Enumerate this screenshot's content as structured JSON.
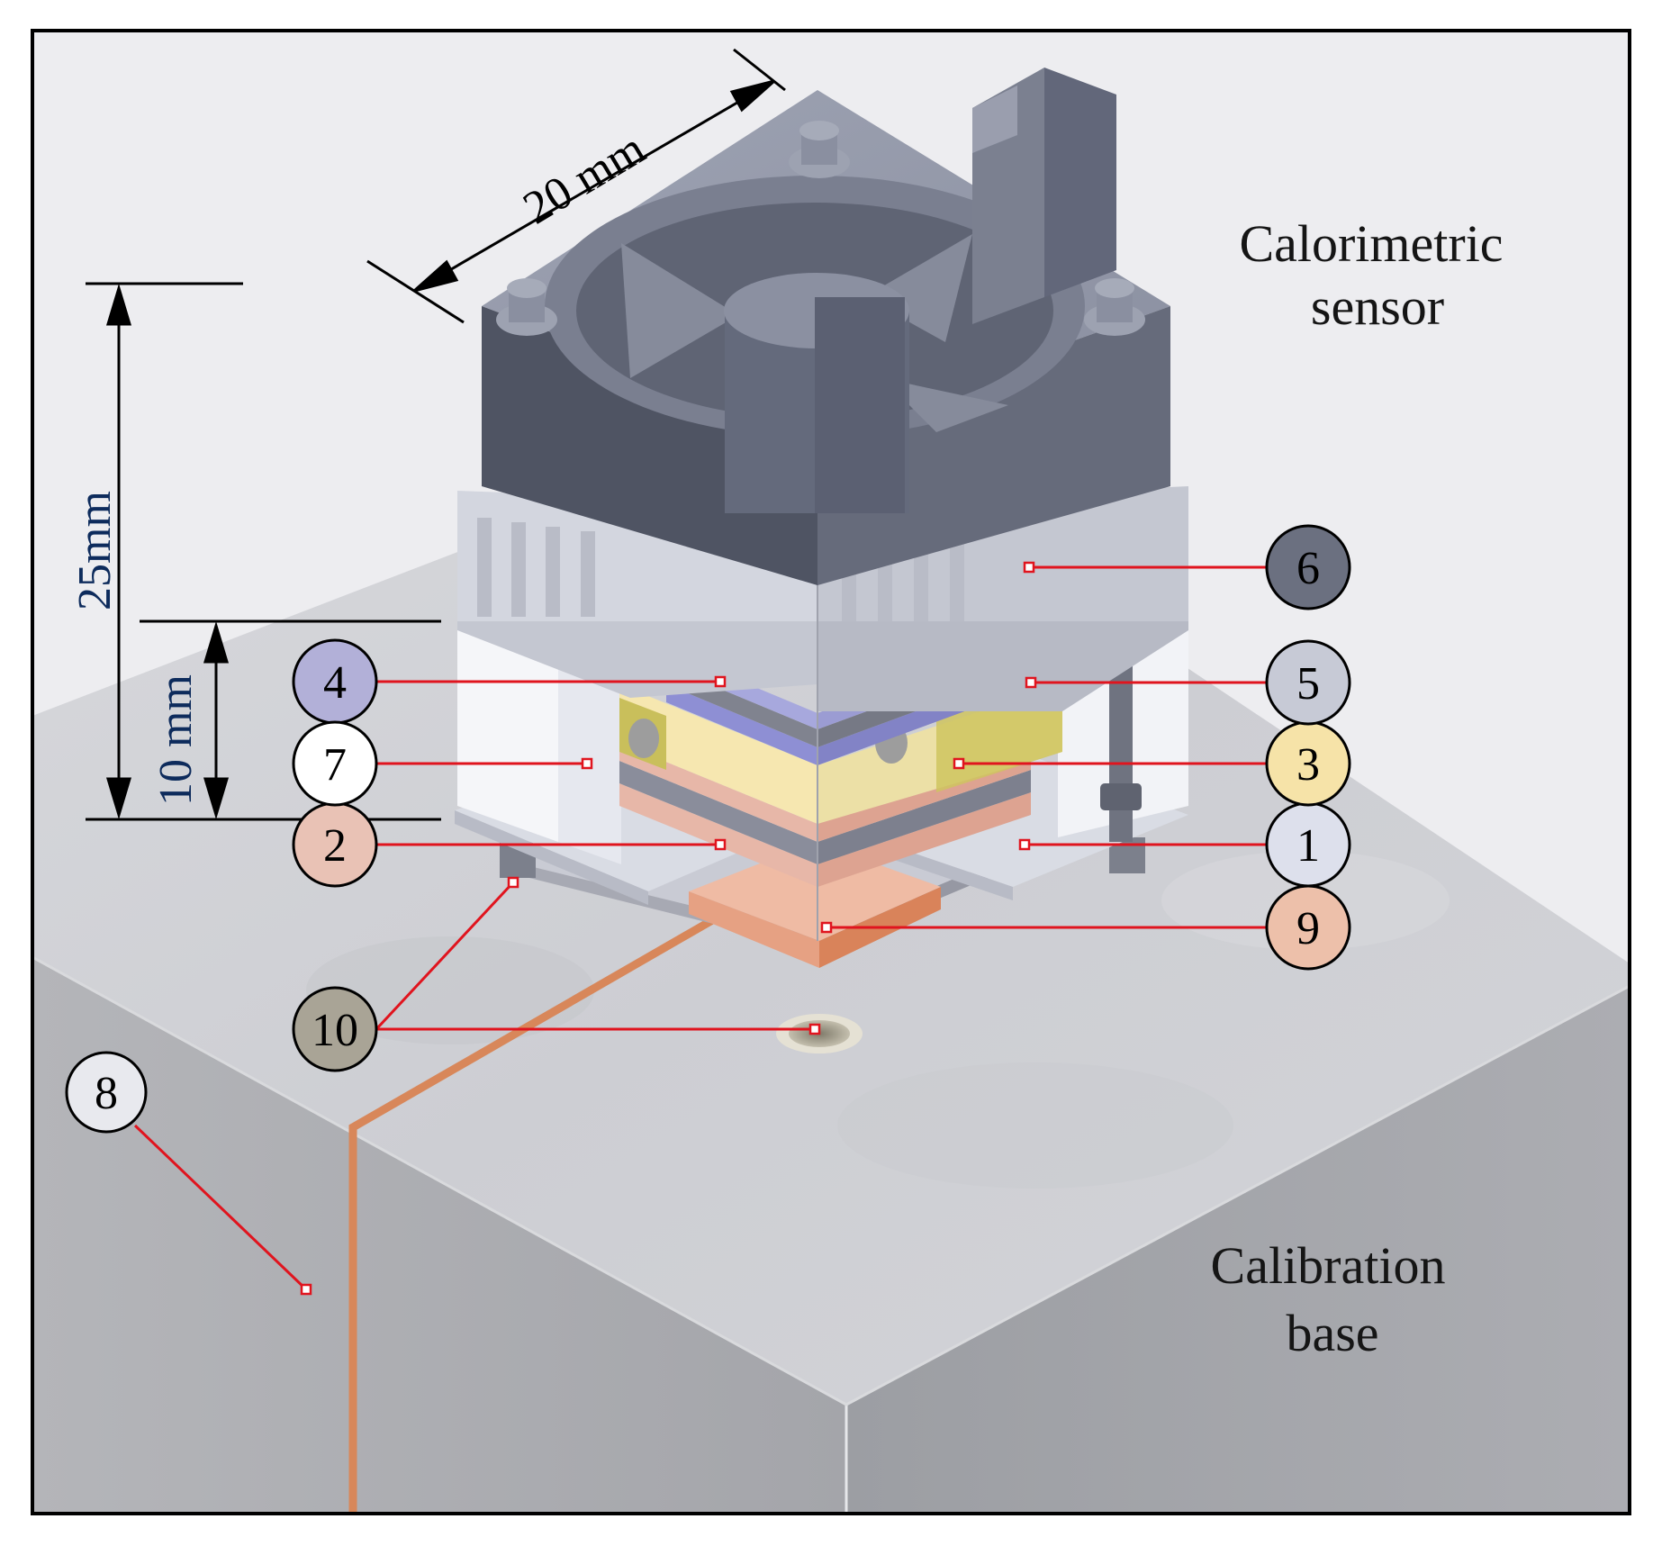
{
  "captions": {
    "sensor_line1": "Calorimetric",
    "sensor_line2": "sensor",
    "base_line1": "Calibration",
    "base_line2": "base"
  },
  "dimensions": {
    "width": "20 mm",
    "total_height": "25mm",
    "stack_height": "10 mm"
  },
  "callouts": [
    {
      "id": "c1",
      "label": "1",
      "color": "#dde0ec"
    },
    {
      "id": "c2",
      "label": "2",
      "color": "#e9c2b5"
    },
    {
      "id": "c3",
      "label": "3",
      "color": "#f6e3a8"
    },
    {
      "id": "c4",
      "label": "4",
      "color": "#b2b0d8"
    },
    {
      "id": "c5",
      "label": "5",
      "color": "#c7cad6"
    },
    {
      "id": "c6",
      "label": "6",
      "color": "#6b7080"
    },
    {
      "id": "c7",
      "label": "7",
      "color": "#ffffff"
    },
    {
      "id": "c8",
      "label": "8",
      "color": "#e8e9ee"
    },
    {
      "id": "c9",
      "label": "9",
      "color": "#edc0aa"
    },
    {
      "id": "c10",
      "label": "10",
      "color": "#a9a496"
    }
  ],
  "colors": {
    "leader": "#e0141e",
    "copper_wire": "#d8875a",
    "base_top": "#cfd0d4",
    "base_side": "#a9aaae",
    "fan": "#6a6f80",
    "heatsink": "#c4c7d1",
    "peltier_yellow": "#f6e7b0",
    "peltier_blue": "#8e8fd4",
    "peltier_pink": "#e7b7a8",
    "insulation": "#f4f5f8"
  }
}
